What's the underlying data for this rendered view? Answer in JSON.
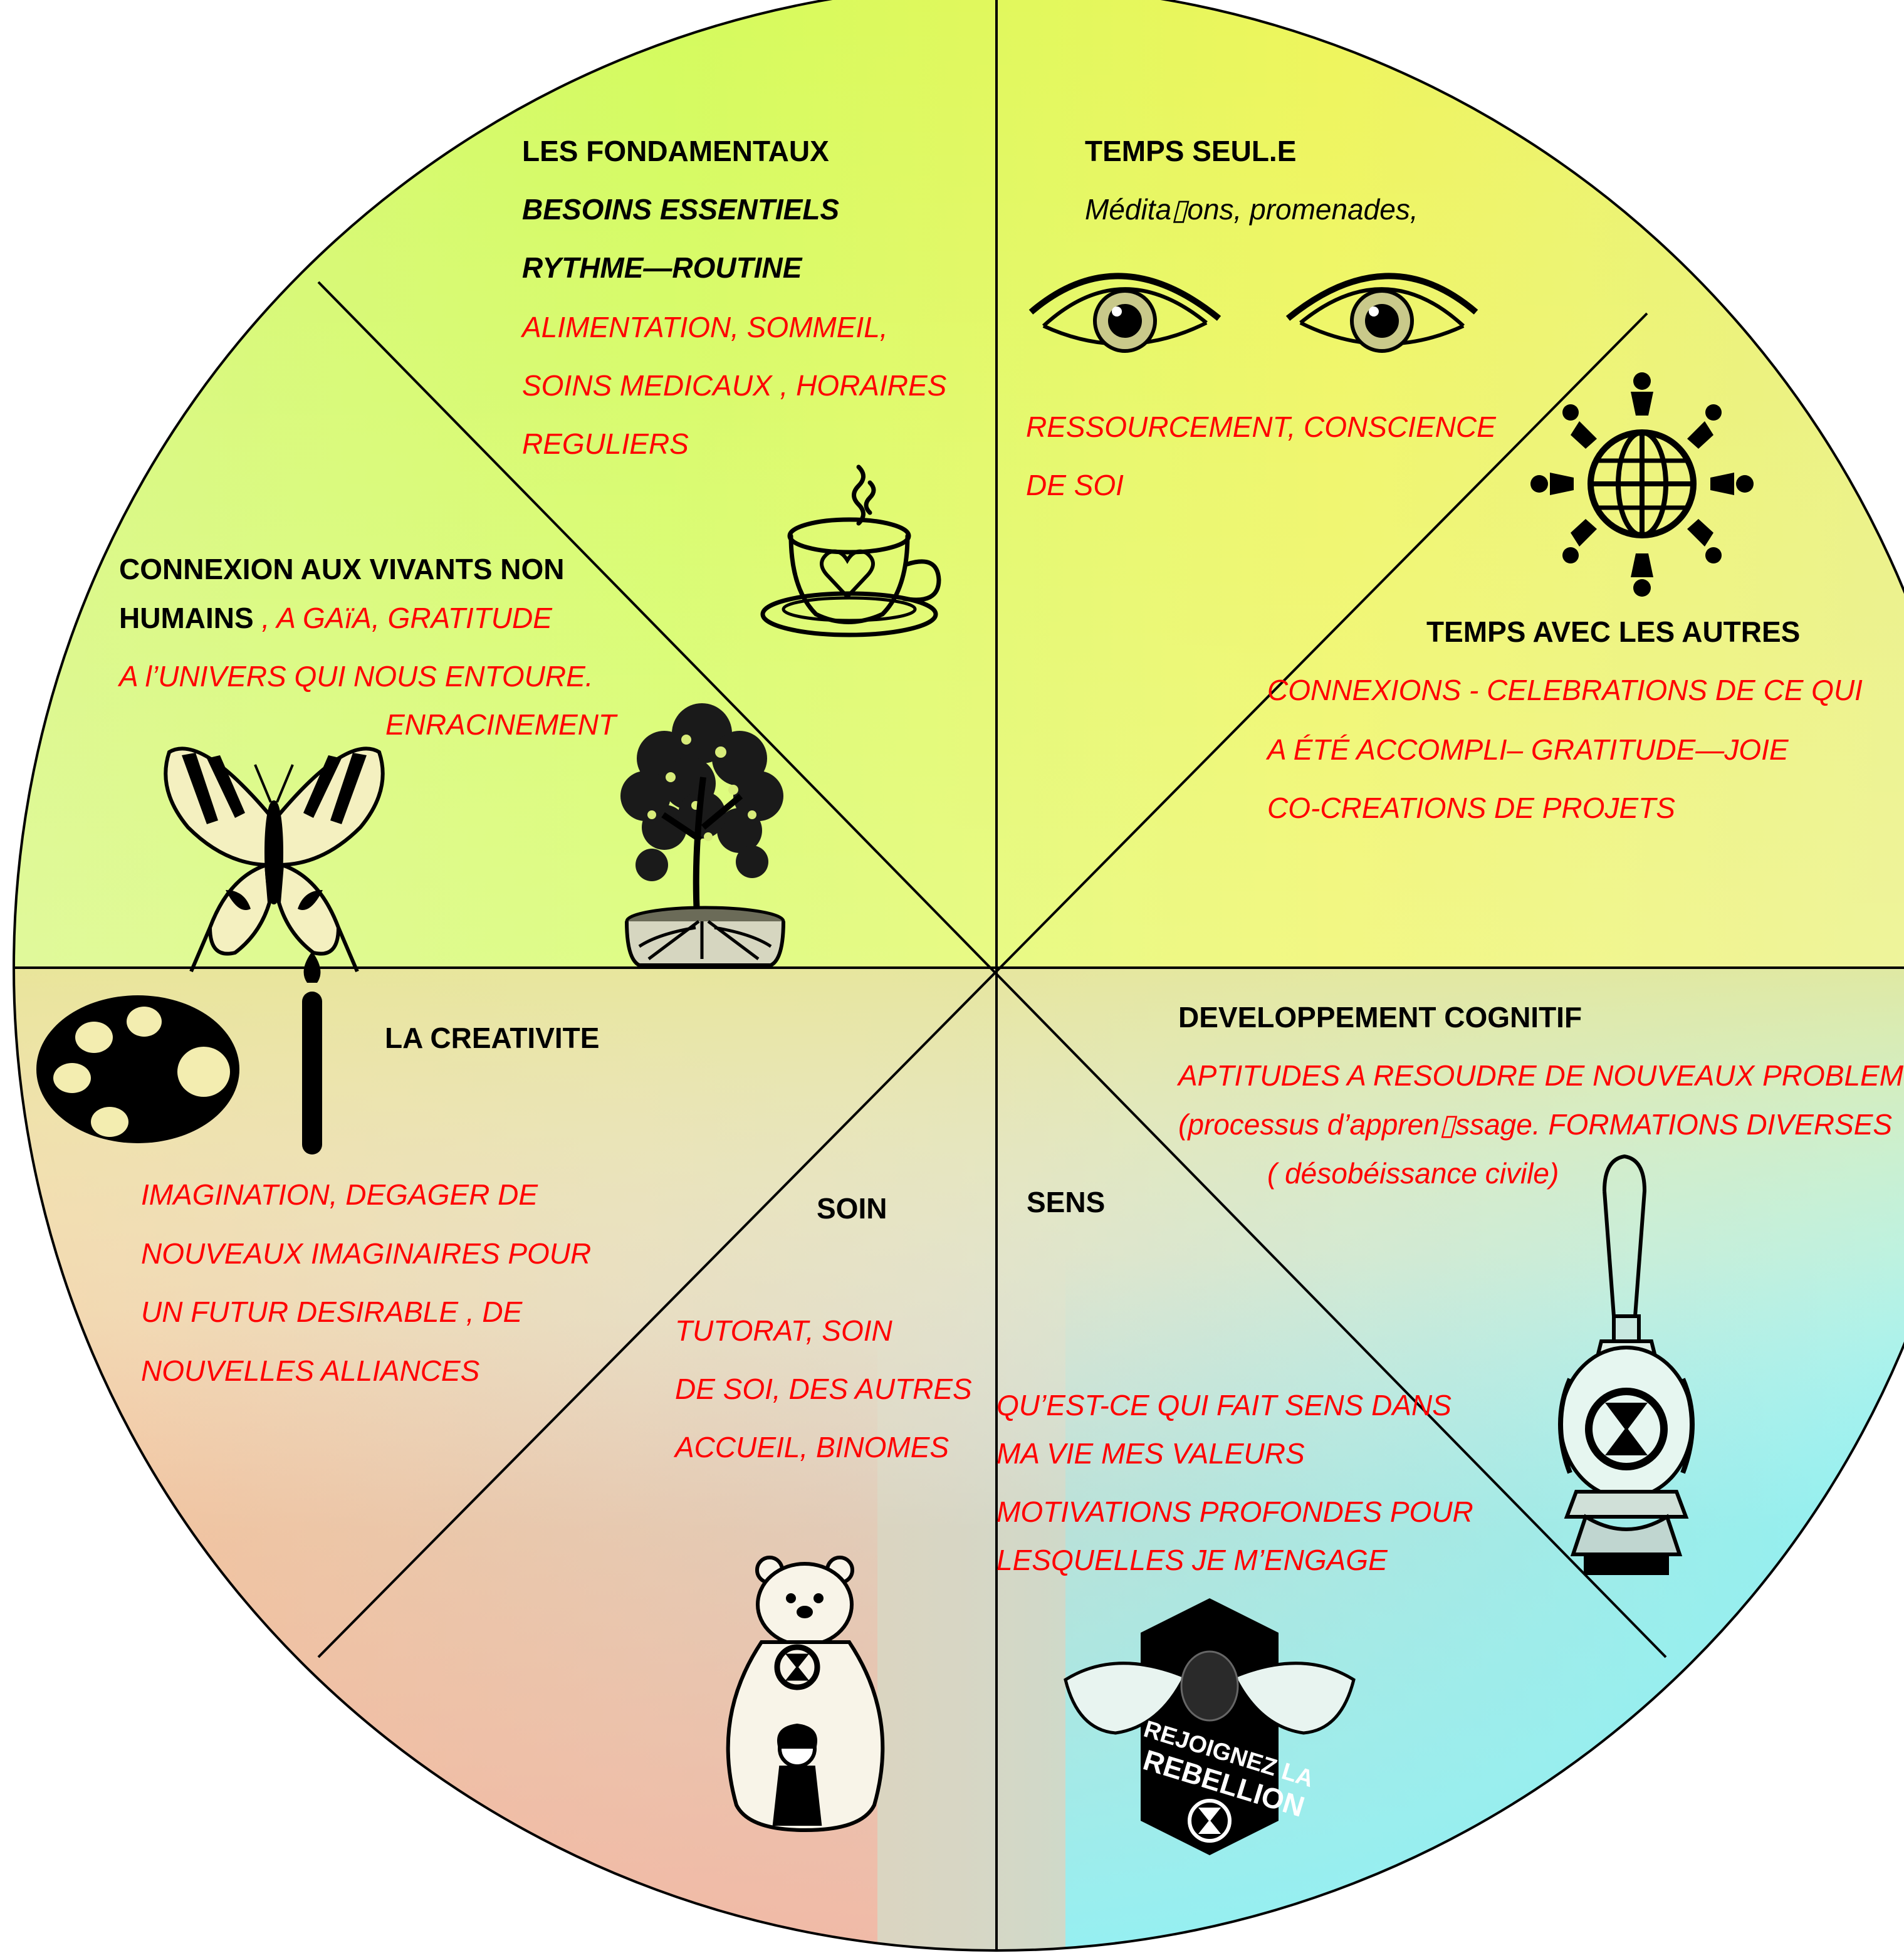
{
  "colors": {
    "top_gradient": "#d4fb5e",
    "yellow": "#f2f55c",
    "cyan": "#8ff2f6",
    "salmon": "#f5b5a2",
    "divider": "#000000",
    "heading": "#000000",
    "detail": "#ff0000"
  },
  "sections": {
    "fondamentaux": {
      "title": "LES FONDAMENTAUX",
      "subtitle1": "BESOINS ESSENTIELS",
      "subtitle2": "RYTHME—ROUTINE",
      "lines": [
        "ALIMENTATION, SOMMEIL,",
        "SOINS MEDICAUX , HORAIRES",
        "REGULIERS"
      ],
      "icon": "coffee-cup-icon"
    },
    "temps_seul": {
      "title": "TEMPS SEUL.E",
      "subtitle": "Médita▯ons, promenades,",
      "lines": [
        "RESSOURCEMENT, CONSCIENCE",
        "DE SOI"
      ],
      "icon": "eyes-icon"
    },
    "temps_autres": {
      "title": "TEMPS  AVEC LES AUTRES",
      "lines": [
        "CONNEXIONS  - CELEBRATIONS DE CE QUI",
        "A ÉTÉ ACCOMPLI– GRATITUDE—JOIE",
        "CO-CREATIONS DE PROJETS"
      ],
      "icon": "globe-people-icon"
    },
    "connexion": {
      "title1": "CONNEXION  AUX VIVANTS  NON",
      "title2": "HUMAINS",
      "inline": " ,  A GAïA, GRATITUDE",
      "line2": "A  l’UNIVERS QUI NOUS ENTOURE.",
      "line3": "ENRACINEMENT",
      "icons": [
        "butterfly-icon",
        "tree-icon"
      ]
    },
    "creativite": {
      "title": "LA CREATIVITE",
      "lines": [
        "IMAGINATION, DEGAGER DE",
        "NOUVEAUX IMAGINAIRES POUR",
        "UN FUTUR DESIRABLE , DE",
        "NOUVELLES ALLIANCES"
      ],
      "icon": "palette-brush-icon"
    },
    "developpement": {
      "title": "DEVELOPPEMENT COGNITIF",
      "lines": [
        "APTITUDES A RESOUDRE DE NOUVEAUX PROBLEMES,",
        "(processus d’appren▯ssage. FORMATIONS DIVERSES",
        "( désobéissance civile)"
      ],
      "icon": "lantern-icon"
    },
    "soin": {
      "title": "SOIN",
      "lines": [
        "TUTORAT, SOIN",
        "DE SOI, DES AUTRES",
        "ACCUEIL, BINOMES"
      ],
      "icon": "bear-girl-icon"
    },
    "sens": {
      "title": "SENS",
      "lines": [
        "QU’EST-CE QUI FAIT SENS DANS",
        "MA VIE MES VALEURS",
        "MOTIVATIONS PROFONDES POUR",
        "LESQUELLES JE M’ENGAGE"
      ],
      "icon": "bee-badge-icon",
      "badge_line1": "REJOIGNEZ LA",
      "badge_line2": "REBELLION"
    }
  }
}
